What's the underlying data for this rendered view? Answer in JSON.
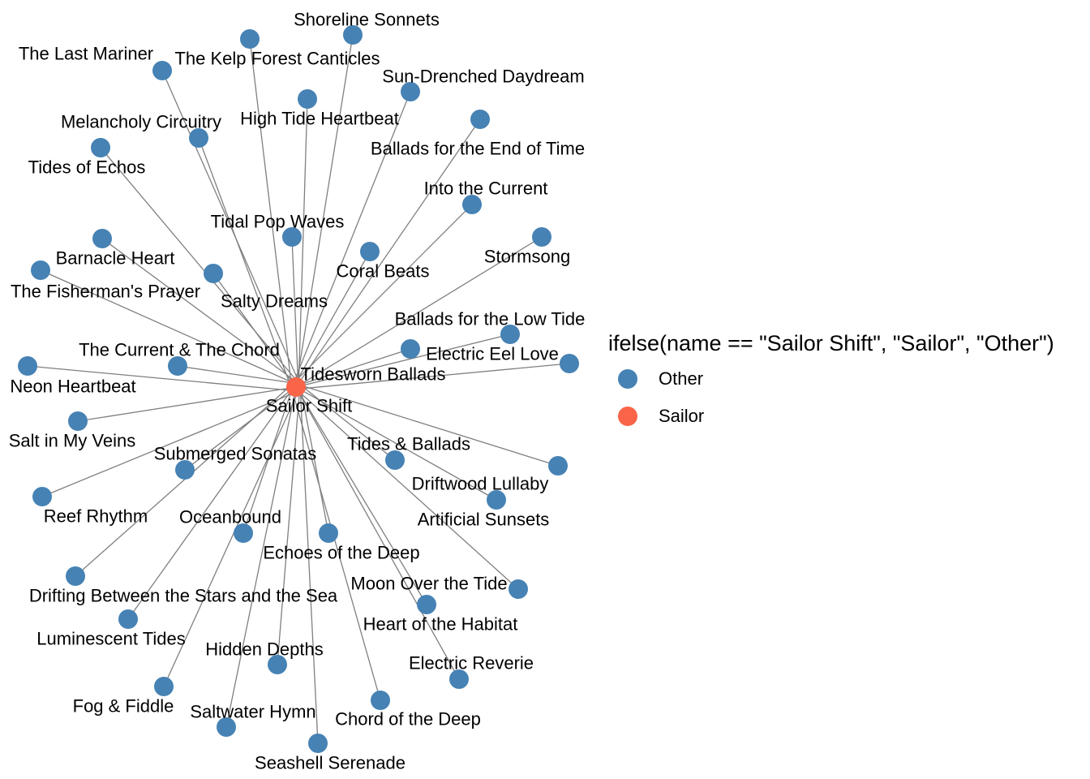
{
  "colors": {
    "other": "#4682B4",
    "sailor": "#FA6448",
    "edge": "#7F7F7F"
  },
  "legend": {
    "title": "ifelse(name == \"Sailor Shift\", \"Sailor\", \"Other\")",
    "items": [
      {
        "label": "Other",
        "category": "Other"
      },
      {
        "label": "Sailor",
        "category": "Sailor"
      }
    ]
  },
  "graph": {
    "center": {
      "name": "Sailor Shift",
      "category": "Sailor"
    },
    "nodes": [
      {
        "name": "Shoreline Sonnets",
        "category": "Other"
      },
      {
        "name": "The Kelp Forest Canticles",
        "category": "Other"
      },
      {
        "name": "The Last Mariner",
        "category": "Other"
      },
      {
        "name": "Sun-Drenched Daydream",
        "category": "Other"
      },
      {
        "name": "High Tide Heartbeat",
        "category": "Other"
      },
      {
        "name": "Ballads for the End of Time",
        "category": "Other"
      },
      {
        "name": "Melancholy Circuitry",
        "category": "Other"
      },
      {
        "name": "Tides of Echos",
        "category": "Other"
      },
      {
        "name": "Into the Current",
        "category": "Other"
      },
      {
        "name": "Tidal Pop Waves",
        "category": "Other"
      },
      {
        "name": "Stormsong",
        "category": "Other"
      },
      {
        "name": "Coral Beats",
        "category": "Other"
      },
      {
        "name": "Barnacle Heart",
        "category": "Other"
      },
      {
        "name": "The Fisherman's Prayer",
        "category": "Other"
      },
      {
        "name": "Salty Dreams",
        "category": "Other"
      },
      {
        "name": "Ballads for the Low Tide",
        "category": "Other"
      },
      {
        "name": "Electric Eel Love",
        "category": "Other"
      },
      {
        "name": "Tidesworn Ballads",
        "category": "Other"
      },
      {
        "name": "The Current & The Chord",
        "category": "Other"
      },
      {
        "name": "Neon Heartbeat",
        "category": "Other"
      },
      {
        "name": "Salt in My Veins",
        "category": "Other"
      },
      {
        "name": "Submerged Sonatas",
        "category": "Other"
      },
      {
        "name": "Tides & Ballads",
        "category": "Other"
      },
      {
        "name": "Driftwood Lullaby",
        "category": "Other"
      },
      {
        "name": "Reef Rhythm",
        "category": "Other"
      },
      {
        "name": "Artificial Sunsets",
        "category": "Other"
      },
      {
        "name": "Oceanbound",
        "category": "Other"
      },
      {
        "name": "Echoes of the Deep",
        "category": "Other"
      },
      {
        "name": "Drifting Between the Stars and the Sea",
        "category": "Other"
      },
      {
        "name": "Moon Over the Tide",
        "category": "Other"
      },
      {
        "name": "Heart of the Habitat",
        "category": "Other"
      },
      {
        "name": "Luminescent Tides",
        "category": "Other"
      },
      {
        "name": "Hidden Depths",
        "category": "Other"
      },
      {
        "name": "Electric Reverie",
        "category": "Other"
      },
      {
        "name": "Fog & Fiddle",
        "category": "Other"
      },
      {
        "name": "Saltwater Hymn",
        "category": "Other"
      },
      {
        "name": "Chord of the Deep",
        "category": "Other"
      },
      {
        "name": "Seashell Serenade",
        "category": "Other"
      }
    ]
  }
}
